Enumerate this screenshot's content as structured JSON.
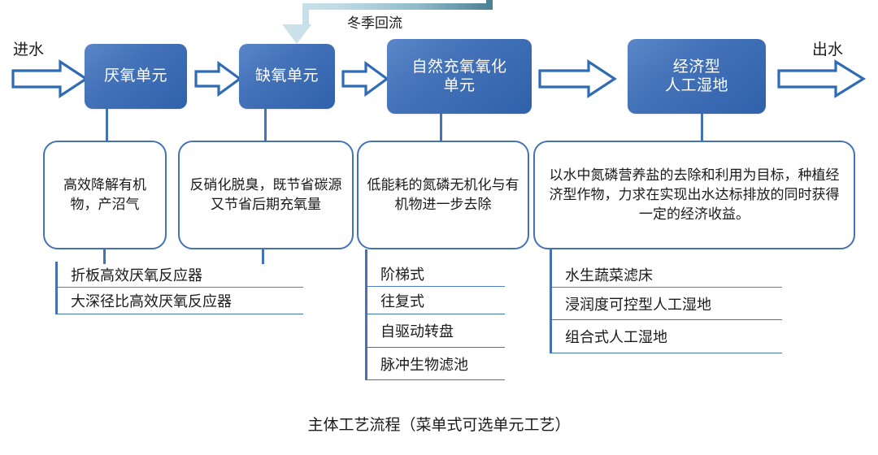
{
  "diagram": {
    "caption": "主体工艺流程（菜单式可选单元工艺）",
    "flow_in_label": "进水",
    "flow_out_label": "出水",
    "reflux_label": "冬季回流",
    "accent_color": "#4472b8",
    "unit_fill_from": "#5b86c9",
    "unit_fill_to": "#2f62ab",
    "reflux_color_from": "#cfe3ec",
    "reflux_color_to": "#4b7f93",
    "units": [
      {
        "title": "厌氧单元"
      },
      {
        "title": "缺氧单元"
      },
      {
        "title": "自然充氧氧化\n单元"
      },
      {
        "title": "经济型\n人工湿地"
      }
    ],
    "descriptions": [
      {
        "text": "高效降解有机物，产沼气"
      },
      {
        "text": "反硝化脱臭，既节省碳源又节省后期充氧量"
      },
      {
        "text": "低能耗的氮磷无机化与有机物进一步去除"
      },
      {
        "text": "以水中氮磷营养盐的去除和利用为目标，种植经济型作物，力求在实现出水达标排放的同时获得一定的经济收益。"
      }
    ],
    "option_lists": [
      {
        "name": "anaerobic-options",
        "items": [
          "折板高效厌氧反应器",
          "大深径比高效厌氧反应器"
        ]
      },
      {
        "name": "oxidation-options",
        "items": [
          "阶梯式",
          "往复式",
          "自驱动转盘",
          "脉冲生物滤池"
        ]
      },
      {
        "name": "wetland-options",
        "items": [
          "水生蔬菜滤床",
          "浸润度可控型人工湿地",
          "组合式人工湿地"
        ]
      }
    ]
  }
}
